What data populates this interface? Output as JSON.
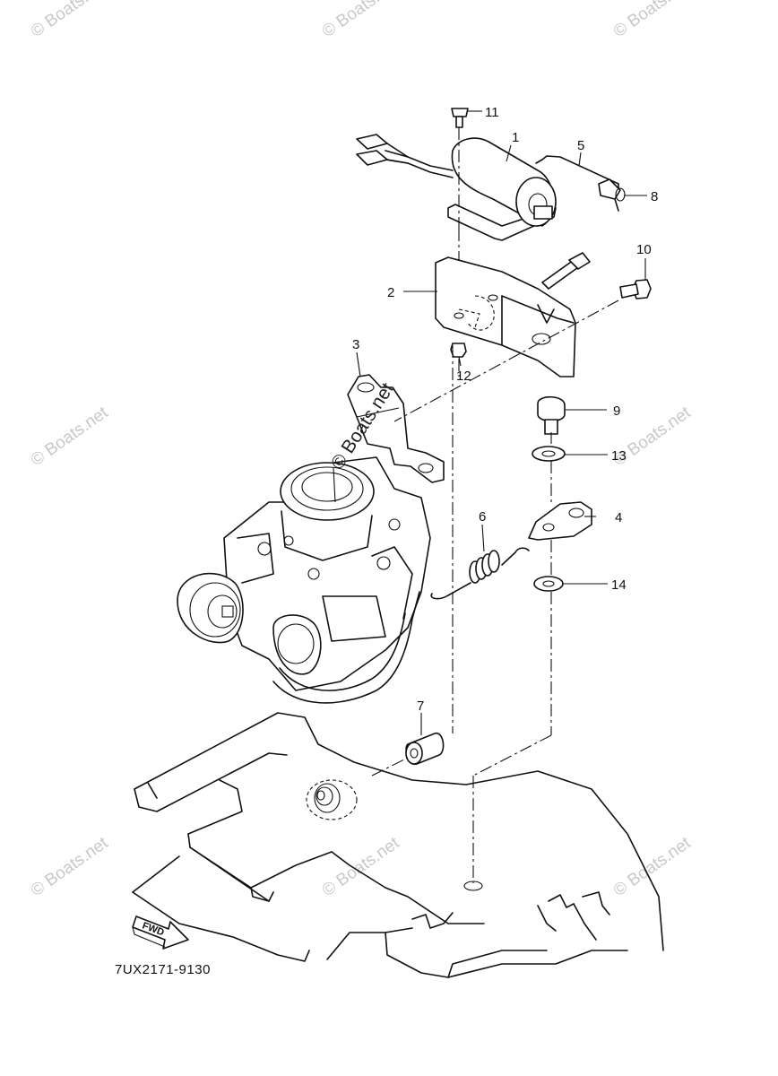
{
  "diagram": {
    "part_code": "7UX2171-9130",
    "fwd_label": "FWD",
    "watermark": "© Boats.net",
    "callouts": [
      "1",
      "2",
      "3",
      "4",
      "5",
      "6",
      "7",
      "8",
      "9",
      "10",
      "11",
      "12",
      "13",
      "14"
    ]
  }
}
